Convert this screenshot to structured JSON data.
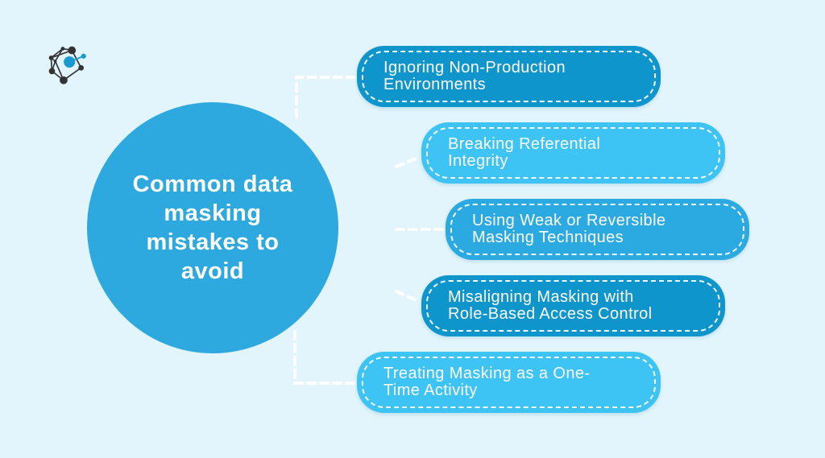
{
  "page": {
    "background_color": "#e2f5fd"
  },
  "logo": {
    "name": "network-graph-logo",
    "node_color": "#333333",
    "accent_color": "#1b9ad2"
  },
  "center": {
    "title": "Common data\nmasking\nmistakes to\navoid",
    "color": "#2ea9e0",
    "text_color": "#ffffff"
  },
  "connectors": {
    "color": "#ffffff"
  },
  "mistakes": [
    {
      "label": "Ignoring Non-Production\nEnvironments",
      "color": "#0e95cc"
    },
    {
      "label": "Breaking Referential\nIntegrity",
      "color": "#3dc4f5"
    },
    {
      "label": "Using Weak or Reversible\nMasking Techniques",
      "color": "#2baae2"
    },
    {
      "label": "Misaligning Masking with\nRole-Based Access Control",
      "color": "#0e95cc"
    },
    {
      "label": "Treating Masking as a One-\nTime Activity",
      "color": "#3dc4f5"
    }
  ]
}
